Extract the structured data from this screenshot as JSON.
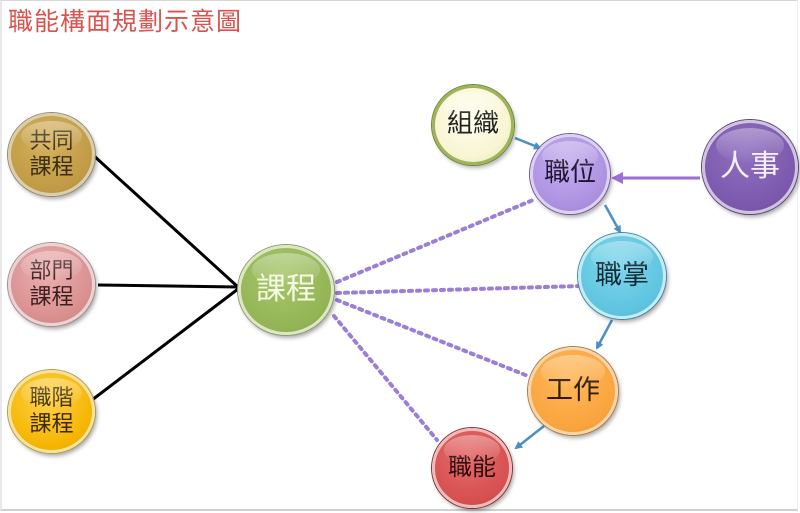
{
  "title": "職能構面規劃示意圖",
  "colors": {
    "title": "#d9534f",
    "solid_link": "#000000",
    "dotted_link": "#9b7fd6",
    "arrow_blue": "#4a8fc8",
    "arrow_purple": "#9b6fd6"
  },
  "nodes": {
    "gongtong": {
      "line1": "共同",
      "line2": "課程",
      "color": "#c09a45"
    },
    "bumen": {
      "line1": "部門",
      "line2": "課程",
      "color": "#d98e8e"
    },
    "zhijie": {
      "line1": "職階",
      "line2": "課程",
      "color": "#f5b400"
    },
    "kecheng": {
      "label": "課程",
      "color": "#93b455"
    },
    "zuzhi": {
      "label": "組織",
      "color": "#f7f5d2"
    },
    "zhiwei": {
      "label": "職位",
      "color": "#ab90e0"
    },
    "renshi": {
      "label": "人事",
      "color": "#7b58ad"
    },
    "zhizhang": {
      "label": "職掌",
      "color": "#5ec4e0"
    },
    "gongzuo": {
      "label": "工作",
      "color": "#f9a43e"
    },
    "zhineng": {
      "label": "職能",
      "color": "#d65050"
    }
  },
  "edges": [
    {
      "from": "共同課程",
      "to": "課程",
      "style": "solid"
    },
    {
      "from": "部門課程",
      "to": "課程",
      "style": "solid"
    },
    {
      "from": "職階課程",
      "to": "課程",
      "style": "solid"
    },
    {
      "from": "課程",
      "to": "職位",
      "style": "dotted"
    },
    {
      "from": "課程",
      "to": "職掌",
      "style": "dotted"
    },
    {
      "from": "課程",
      "to": "工作",
      "style": "dotted"
    },
    {
      "from": "課程",
      "to": "職能",
      "style": "dotted"
    },
    {
      "from": "組織",
      "to": "職位",
      "style": "arrow"
    },
    {
      "from": "人事",
      "to": "職位",
      "style": "arrow"
    },
    {
      "from": "職位",
      "to": "職掌",
      "style": "arrow"
    },
    {
      "from": "職掌",
      "to": "工作",
      "style": "arrow"
    },
    {
      "from": "工作",
      "to": "職能",
      "style": "arrow"
    }
  ]
}
